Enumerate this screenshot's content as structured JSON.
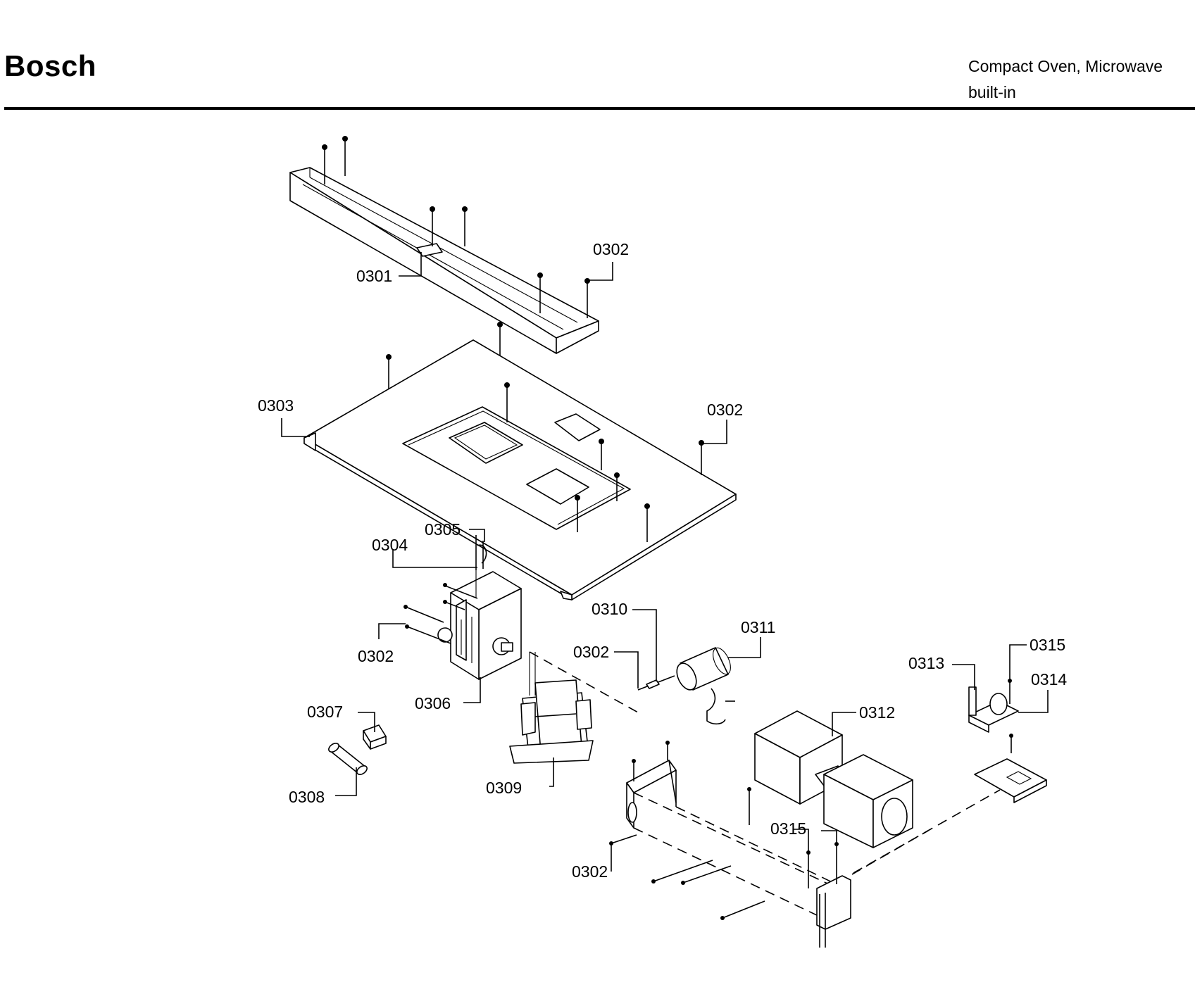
{
  "header": {
    "brand": "Bosch",
    "product_line1": "Compact Oven, Microwave",
    "product_line2": "built-in"
  },
  "callouts": [
    {
      "id": "c-0301",
      "text": "0301"
    },
    {
      "id": "c-0302-a",
      "text": "0302"
    },
    {
      "id": "c-0303",
      "text": "0303"
    },
    {
      "id": "c-0302-b",
      "text": "0302"
    },
    {
      "id": "c-0305",
      "text": "0305"
    },
    {
      "id": "c-0304",
      "text": "0304"
    },
    {
      "id": "c-0302-c",
      "text": "0302"
    },
    {
      "id": "c-0306",
      "text": "0306"
    },
    {
      "id": "c-0307",
      "text": "0307"
    },
    {
      "id": "c-0308",
      "text": "0308"
    },
    {
      "id": "c-0309",
      "text": "0309"
    },
    {
      "id": "c-0310",
      "text": "0310"
    },
    {
      "id": "c-0311",
      "text": "0311"
    },
    {
      "id": "c-0302-d",
      "text": "0302"
    },
    {
      "id": "c-0312",
      "text": "0312"
    },
    {
      "id": "c-0313",
      "text": "0313"
    },
    {
      "id": "c-0315-a",
      "text": "0315"
    },
    {
      "id": "c-0314",
      "text": "0314"
    },
    {
      "id": "c-0315-b",
      "text": "0315"
    },
    {
      "id": "c-0302-e",
      "text": "0302"
    }
  ]
}
